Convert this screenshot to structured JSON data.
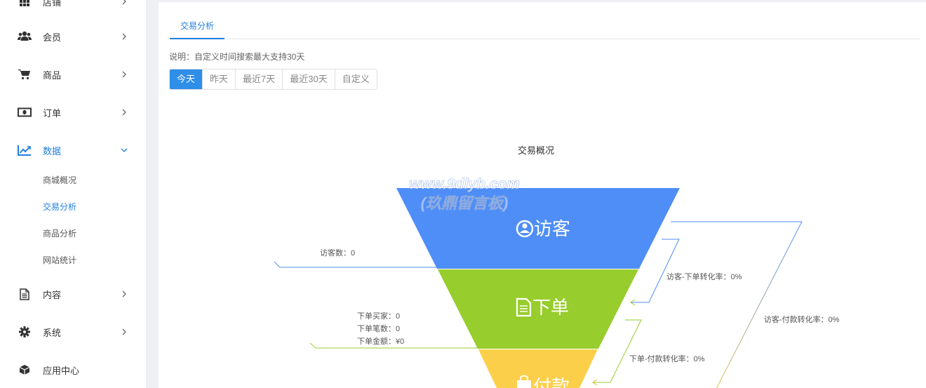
{
  "sidebar": {
    "items": [
      {
        "label": "店铺",
        "icon": "grid-icon"
      },
      {
        "label": "会员",
        "icon": "users-icon"
      },
      {
        "label": "商品",
        "icon": "cart-icon"
      },
      {
        "label": "订单",
        "icon": "money-icon"
      },
      {
        "label": "数据",
        "icon": "line-chart-icon"
      },
      {
        "label": "内容",
        "icon": "document-icon"
      },
      {
        "label": "系统",
        "icon": "gear-icon"
      },
      {
        "label": "应用中心",
        "icon": "cube-icon"
      }
    ],
    "data_subitems": [
      "商城概况",
      "交易分析",
      "商品分析",
      "网站统计"
    ],
    "active_item": "数据",
    "active_subitem": "交易分析"
  },
  "main": {
    "tab": "交易分析",
    "note": "说明：自定义时间搜索最大支持30天",
    "ranges": [
      "今天",
      "昨天",
      "最近7天",
      "最近30天",
      "自定义"
    ],
    "active_range": "今天"
  },
  "watermark": {
    "line1": "www.9dlyb.com",
    "line2": "(玖鼎留言板)"
  },
  "chart_data": {
    "type": "funnel",
    "title": "交易概况",
    "stages": [
      {
        "name": "访客",
        "icon": "user-circle-icon",
        "color": "#4f8ef7"
      },
      {
        "name": "下单",
        "icon": "document-icon",
        "color": "#97cd2c"
      },
      {
        "name": "付款",
        "icon": "bag-icon",
        "color": "#fbcf4a"
      }
    ],
    "stats": {
      "visitors": "访客数：0",
      "order_buyers": "下单买家：0",
      "order_count": "下单笔数：0",
      "order_amount": "下单金额：¥0"
    },
    "conversions": {
      "visit_to_order": "访客-下单转化率：0%",
      "order_to_pay": "下单-付款转化率：0%",
      "visit_to_pay": "访客-付款转化率：0%"
    }
  }
}
